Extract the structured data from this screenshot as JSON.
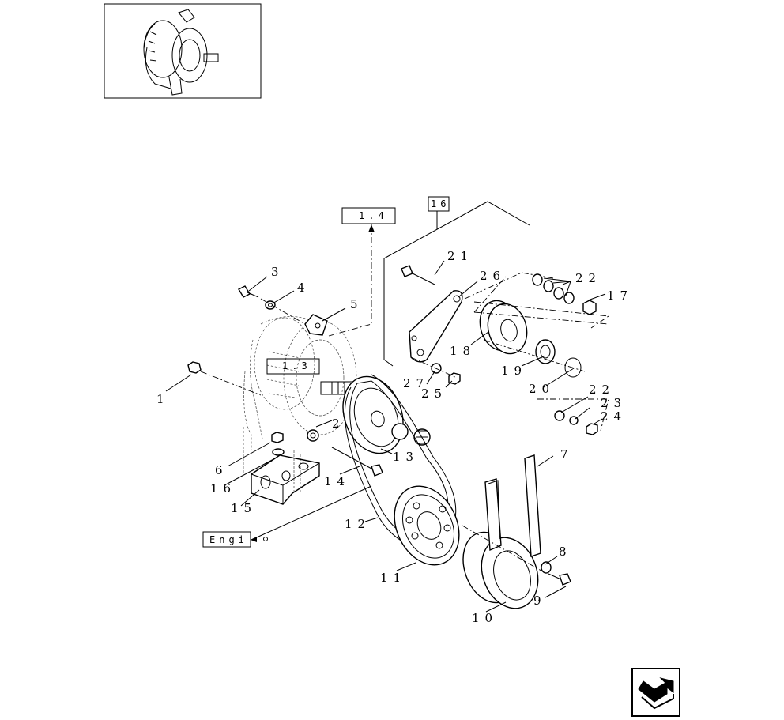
{
  "diagram": {
    "callouts": {
      "c1": "1",
      "c2": "2",
      "c3": "3",
      "c4": "4",
      "c5": "5",
      "c6": "6",
      "c7": "7",
      "c8": "8",
      "c9": "9",
      "c10": "10",
      "c11": "11",
      "c12": "12",
      "c13": "13",
      "c14": "14",
      "c15": "15",
      "c16": "16",
      "c17": "17",
      "c18": "18",
      "c19": "19",
      "c20": "20",
      "c21": "21",
      "c22a": "22",
      "c22b": "22",
      "c23": "23",
      "c24": "24",
      "c25": "25",
      "c26": "26",
      "c27": "27"
    },
    "refs": {
      "r14": "1.4",
      "r13": "1.3",
      "r16": "16",
      "engine": "Engi"
    }
  },
  "navigation": {
    "next_icon": "bent-arrow-icon"
  }
}
